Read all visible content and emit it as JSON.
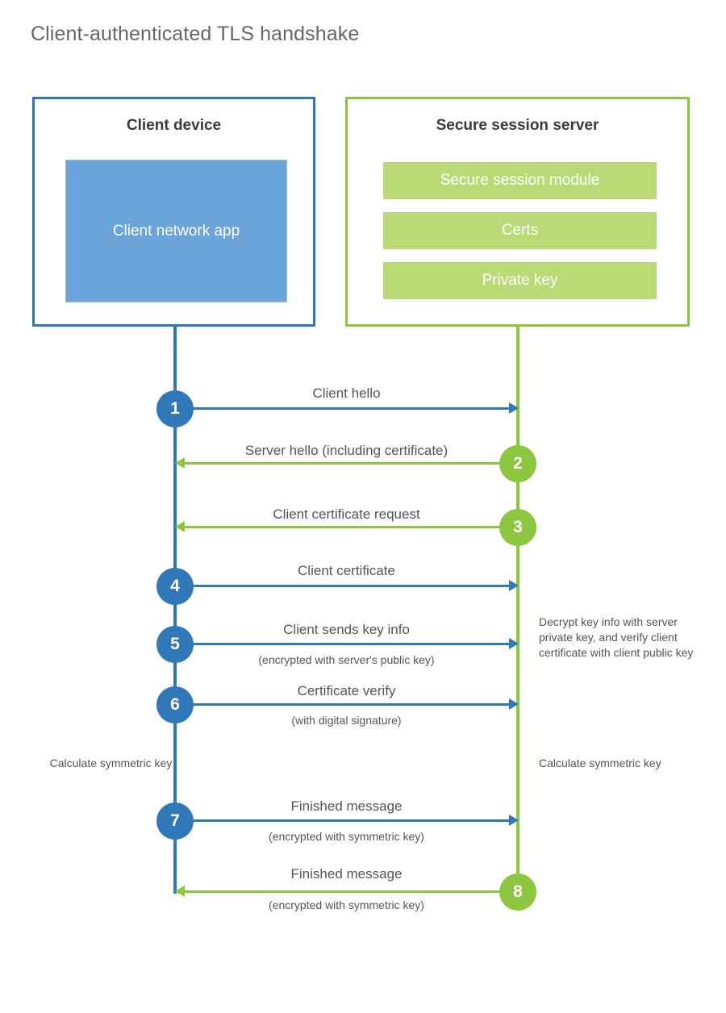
{
  "title": "Client-authenticated TLS handshake",
  "colors": {
    "client_blue": "#3178b8",
    "client_app_fill": "#6aa4d8",
    "server_green": "#8dc63f",
    "server_bar_fill": "#bada77",
    "title_gray": "#666666",
    "text_gray": "#555555"
  },
  "client": {
    "title": "Client device",
    "app_label": "Client network app"
  },
  "server": {
    "title": "Secure session server",
    "components": [
      {
        "label": "Secure session module"
      },
      {
        "label": "Certs"
      },
      {
        "label": "Private key"
      }
    ]
  },
  "steps": [
    {
      "number": "1",
      "label": "Client hello",
      "sublabel": "",
      "direction": "client-to-server",
      "actor": "client"
    },
    {
      "number": "2",
      "label": "Server hello (including certificate)",
      "sublabel": "",
      "direction": "server-to-client",
      "actor": "server"
    },
    {
      "number": "3",
      "label": "Client certificate request",
      "sublabel": "",
      "direction": "server-to-client",
      "actor": "server"
    },
    {
      "number": "4",
      "label": "Client certificate",
      "sublabel": "",
      "direction": "client-to-server",
      "actor": "client"
    },
    {
      "number": "5",
      "label": "Client sends key info",
      "sublabel": "(encrypted with server's public key)",
      "direction": "client-to-server",
      "actor": "client"
    },
    {
      "number": "6",
      "label": "Certificate verify",
      "sublabel": "(with digital signature)",
      "direction": "client-to-server",
      "actor": "client"
    },
    {
      "number": "7",
      "label": "Finished message",
      "sublabel": "(encrypted with symmetric key)",
      "direction": "client-to-server",
      "actor": "client"
    },
    {
      "number": "8",
      "label": "Finished message",
      "sublabel": "(encrypted with symmetric key)",
      "direction": "server-to-client",
      "actor": "server"
    }
  ],
  "notes": {
    "decrypt": "Decrypt key info with server private key, and verify client certificate with client public key",
    "client_calculate": "Calculate symmetric key",
    "server_calculate": "Calculate symmetric key"
  }
}
